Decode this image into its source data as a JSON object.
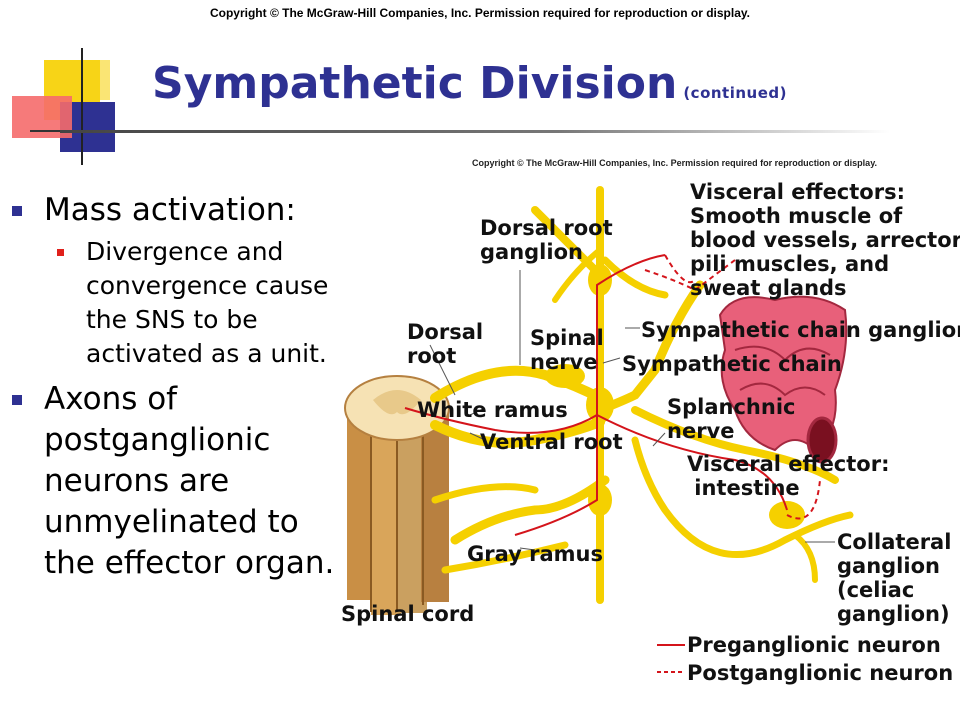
{
  "header": {
    "copyright": "Copyright © The McGraw-Hill Companies, Inc. Permission required for reproduction or display."
  },
  "title": {
    "main": "Sympathetic Division",
    "sub": "(continued)"
  },
  "bullets": {
    "mass_activation": "Mass activation:",
    "divergence": "Divergence and convergence cause the SNS to be activated as a unit.",
    "axons": "Axons of postganglionic neurons are unmyelinated to the effector organ."
  },
  "figure": {
    "copyright": "Copyright © The McGraw-Hill Companies, Inc. Permission required for reproduction or display.",
    "labels": {
      "visceral_effectors": "Visceral effectors:\nSmooth muscle of\nblood vessels, arrector\npili muscles, and\nsweat glands",
      "dorsal_root_ganglion": "Dorsal root\nganglion",
      "dorsal_root": "Dorsal\nroot",
      "spinal_nerve": "Spinal\nnerve",
      "sympathetic_chain_ganglion": "Sympathetic chain ganglion",
      "sympathetic_chain": "Sympathetic chain",
      "white_ramus": "White ramus",
      "splanchnic_nerve": "Splanchnic\nnerve",
      "ventral_root": "Ventral root",
      "visceral_effector_intestine": "Visceral effector:\n intestine",
      "collateral_ganglion": "Collateral\nganglion\n(celiac\nganglion)",
      "gray_ramus": "Gray ramus",
      "spinal_cord": "Spinal cord",
      "preganglionic": "Preganglionic neuron",
      "postganglionic": "Postganglionic neuron"
    },
    "colors": {
      "nerve": "#f5d000",
      "preganglionic": "#d4141b",
      "postganglionic": "#d4141b",
      "cord": "#d9a55a",
      "intestine": "#e8607a"
    }
  }
}
